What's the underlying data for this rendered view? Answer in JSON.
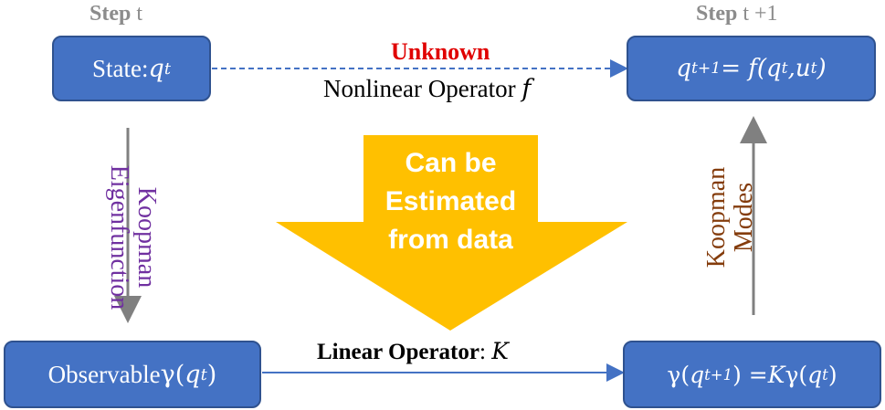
{
  "steps": {
    "left_bold": "Step",
    "left_var": " t",
    "right_bold": "Step",
    "right_var": " t +1"
  },
  "state_box": {
    "label": "State: ",
    "var": "q",
    "sub": "t"
  },
  "next_state_box": {
    "q": "q",
    "sub1": "t+1",
    "eq": " = f(",
    "q2": "q",
    "sub2": "t",
    "comma": ", ",
    "u": "u",
    "sub3": "t",
    "close": ")"
  },
  "top_operator": {
    "unknown": "Unknown",
    "nonlinear": "Nonlinear Operator ",
    "f": "f"
  },
  "big_arrow": {
    "line1": "Can be",
    "line2": "Estimated",
    "line3": "from data"
  },
  "left_vertical": {
    "line1": "Koopman",
    "line2": "Eigenfunction"
  },
  "right_vertical": {
    "line1": "Koopman",
    "line2": "Modes"
  },
  "observable_box": {
    "label": "Observable ",
    "gamma": "γ(",
    "q": "q",
    "sub": "t",
    "close": ")"
  },
  "observable_next_box": {
    "gamma1": "γ(",
    "q1": "q",
    "sub1": "t+1",
    "eq": ") = ",
    "K": "K",
    "gamma2": "γ(",
    "q2": "q",
    "sub2": "t",
    "close": " )"
  },
  "bottom_operator": {
    "bold": "Linear Operator",
    "colon": ": ",
    "K": "K"
  },
  "colors": {
    "box_fill": "#4472c4",
    "unknown": "#e00000",
    "arrow_fill": "#ffc000",
    "left_text": "#7030a0",
    "right_text": "#843c0c",
    "step": "#8c8c8c"
  }
}
